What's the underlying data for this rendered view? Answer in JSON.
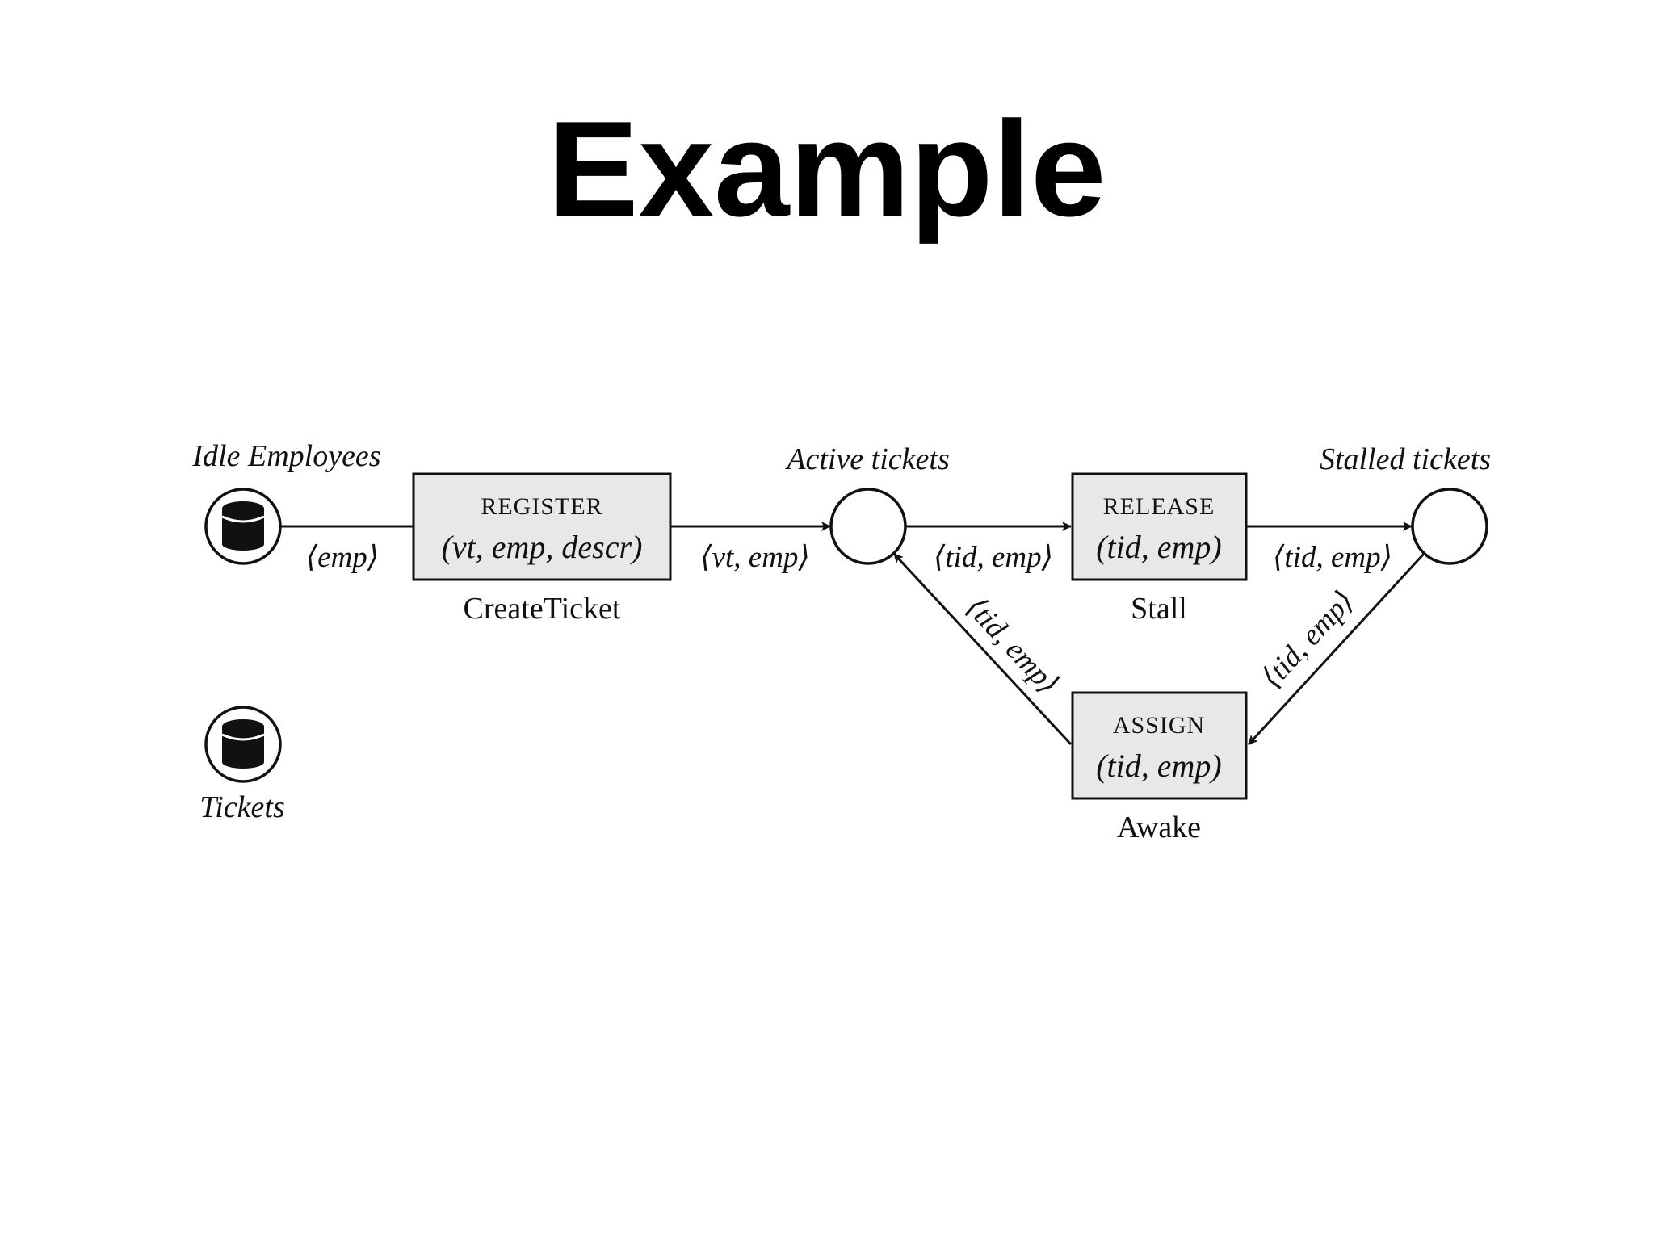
{
  "title": "Example",
  "places": {
    "idle_employees": "Idle Employees",
    "tickets": "Tickets",
    "active_tickets": "Active tickets",
    "stalled_tickets": "Stalled tickets"
  },
  "transitions": {
    "register": {
      "kind": "REGISTER",
      "params": "(νt, emp, descr)",
      "name": "CreateTicket"
    },
    "release": {
      "kind": "RELEASE",
      "params": "(tid, emp)",
      "name": "Stall"
    },
    "assign": {
      "kind": "ASSIGN",
      "params": "(tid, emp)",
      "name": "Awake"
    }
  },
  "arcs": {
    "idle_to_register": "⟨emp⟩",
    "register_to_active": "⟨νt, emp⟩",
    "active_to_release": "⟨tid, emp⟩",
    "release_to_stalled": "⟨tid, emp⟩",
    "stalled_to_assign": "⟨tid, emp⟩",
    "assign_to_active": "⟨tid, emp⟩"
  },
  "icons": {
    "database": "database-icon"
  }
}
